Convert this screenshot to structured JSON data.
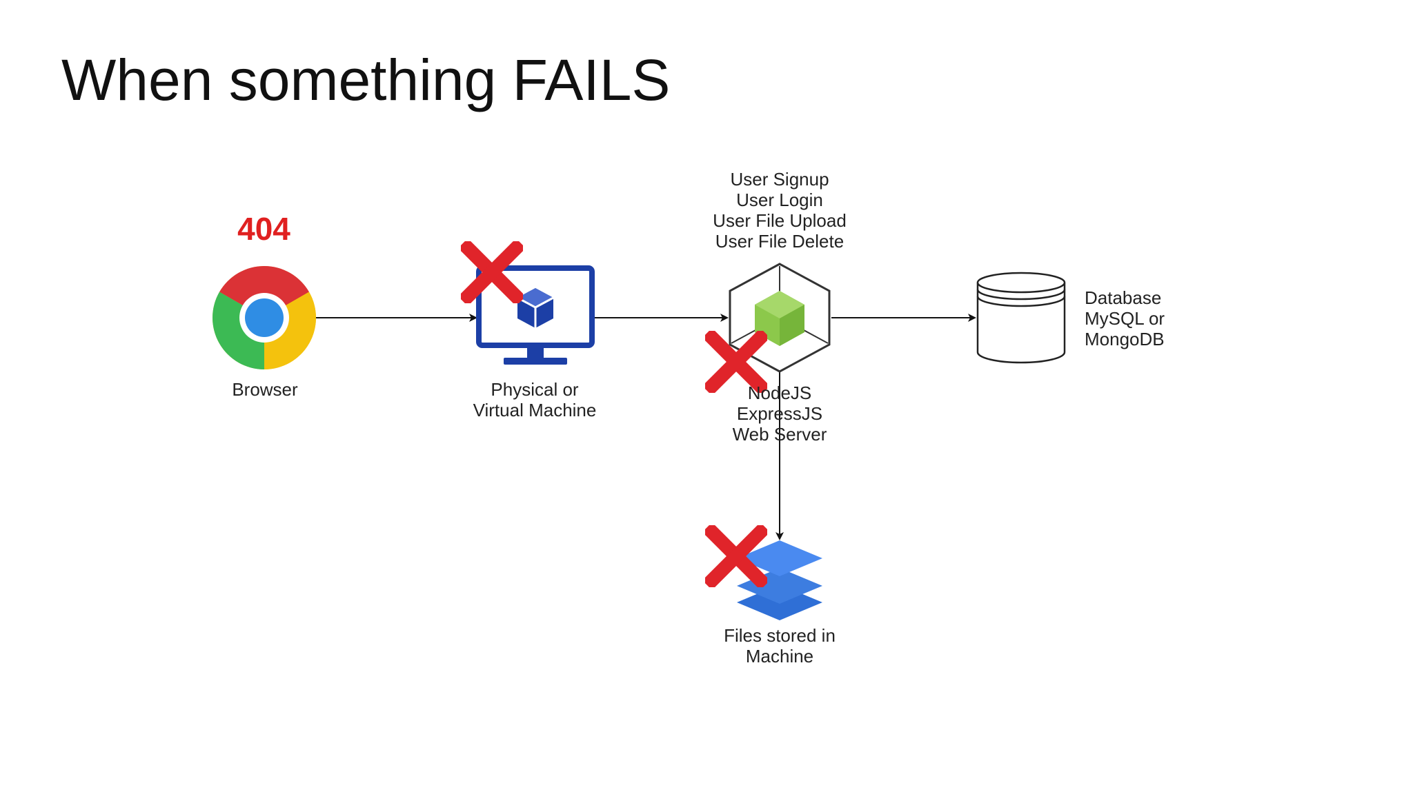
{
  "slide": {
    "title": "When something FAILS"
  },
  "browser": {
    "error_code": "404",
    "label": "Browser",
    "icon": "chrome-browser-icon"
  },
  "machine": {
    "label_line1": "Physical or",
    "label_line2": "Virtual Machine",
    "icon": "virtual-machine-monitor-icon",
    "failed": true
  },
  "server": {
    "features": [
      "User Signup",
      "User Login",
      "User File Upload",
      "User File Delete"
    ],
    "label_line1": "NodeJS",
    "label_line2": "ExpressJS",
    "label_line3": "Web Server",
    "icon": "nodejs-hexagon-icon",
    "failed": true
  },
  "database": {
    "label_line1": "Database",
    "label_line2": "MySQL or",
    "label_line3": "MongoDB",
    "icon": "database-cylinder-icon"
  },
  "files": {
    "label_line1": "Files stored in",
    "label_line2": "Machine",
    "icon": "layers-storage-icon",
    "failed": true
  },
  "colors": {
    "failure_x": "#e0242a",
    "error_code": "#e02020",
    "monitor_blue": "#1c3fa6",
    "node_green": "#8cc84b",
    "layers_blue": "#3d7de0"
  }
}
